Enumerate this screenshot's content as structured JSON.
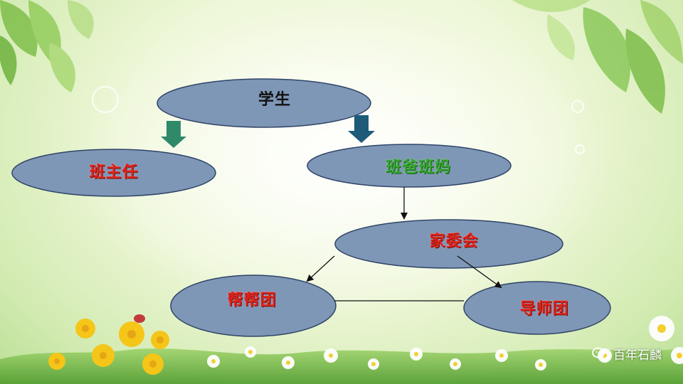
{
  "colors": {
    "node_fill": "#7f97b6",
    "node_stroke": "#2f4468",
    "arrow_green": "#2e8a68",
    "arrow_blue": "#1d5b79",
    "red_label": "#e0231b",
    "green_label": "#36a832"
  },
  "nodes": {
    "student": "学生",
    "head_teacher": "班主任",
    "parents": "班爸班妈",
    "parent_committee": "家委会",
    "help_group": "帮帮团",
    "mentor_group": "导师团"
  },
  "edges": [
    {
      "from": "student",
      "to": "head_teacher",
      "style": "block-arrow"
    },
    {
      "from": "student",
      "to": "parents",
      "style": "block-arrow"
    },
    {
      "from": "parents",
      "to": "parent_committee",
      "style": "line-arrow"
    },
    {
      "from": "parent_committee",
      "to": "help_group",
      "style": "line-arrow"
    },
    {
      "from": "parent_committee",
      "to": "mentor_group",
      "style": "line-arrow"
    },
    {
      "from": "help_group",
      "to": "mentor_group",
      "style": "line"
    }
  ],
  "watermark": {
    "text": "百年石麟",
    "icon": "wechat-icon"
  }
}
